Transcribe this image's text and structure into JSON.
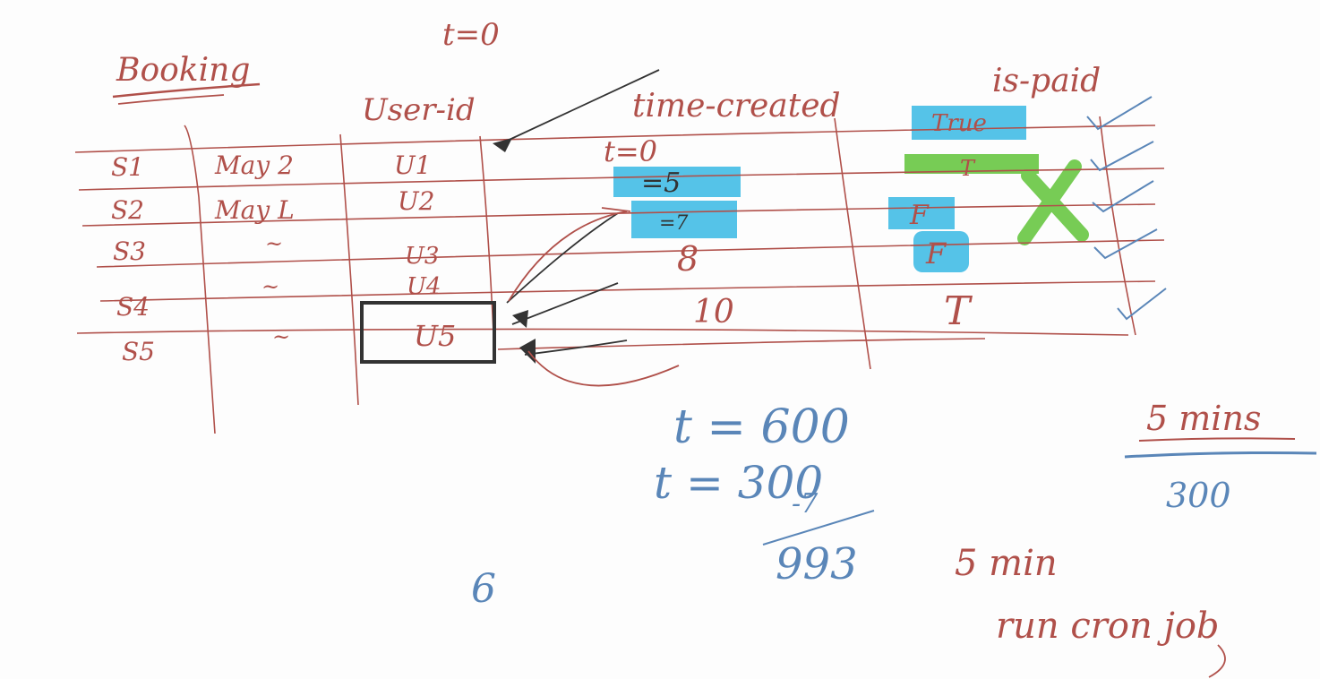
{
  "colors": {
    "red_ink": "#b0504a",
    "blue_ink": "#5a86b8",
    "highlight_blue": "#55c3e8",
    "highlight_green": "#77cc55",
    "dark_ink": "#333333"
  },
  "header": {
    "t_label": "t=0",
    "title": "Booking"
  },
  "table": {
    "columns": [
      "User-id",
      "time-created",
      "is-paid"
    ],
    "rows": [
      {
        "seat": "S1",
        "date": "May 2",
        "user": "U1",
        "time": "t=0",
        "paid": "True"
      },
      {
        "seat": "S2",
        "date": "May L",
        "user": "U2",
        "time": "=5",
        "time_sub": "=7",
        "paid": "T",
        "paid_sub": "F"
      },
      {
        "seat": "S3",
        "date": "~",
        "user": "U3",
        "time": "8",
        "paid": "F"
      },
      {
        "seat": "S4",
        "date": "~",
        "user": "U4",
        "time": "10",
        "paid": "T"
      },
      {
        "seat": "S5",
        "date": "~",
        "user": "U5",
        "time": "",
        "paid": ""
      }
    ]
  },
  "notes": {
    "t600": "t = 600",
    "t300": "t = 300",
    "minus7": "-7",
    "result": "993",
    "six": "6",
    "five_mins": "5 mins",
    "three_hundred": "300",
    "five_min": "5 min",
    "cron_job": "run cron job"
  }
}
